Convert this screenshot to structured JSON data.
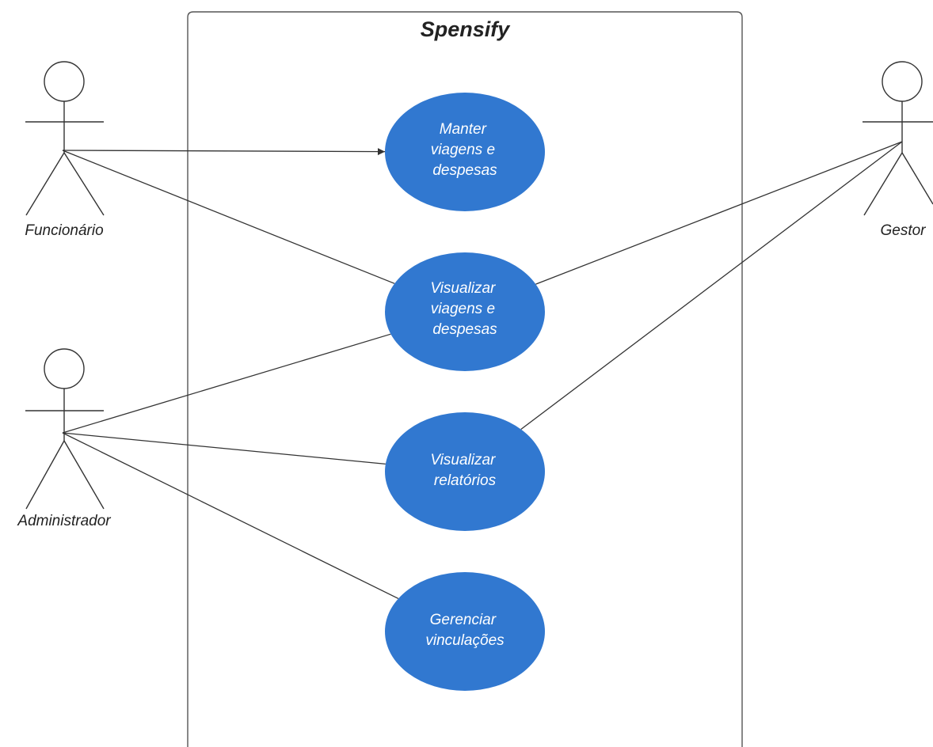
{
  "system": {
    "title": "Spensify"
  },
  "colors": {
    "usecase_fill": "#3178d0",
    "usecase_text": "#ffffff",
    "line": "#333333",
    "boundary": "#555555"
  },
  "actors": [
    {
      "id": "funcionario",
      "label": "Funcionário"
    },
    {
      "id": "administrador",
      "label": "Administrador"
    },
    {
      "id": "gestor",
      "label": "Gestor"
    }
  ],
  "usecases": [
    {
      "id": "manter",
      "lines": [
        "Manter",
        "viagens e",
        "despesas"
      ]
    },
    {
      "id": "visualizar_viagens",
      "lines": [
        "Visualizar",
        "viagens e",
        "despesas"
      ]
    },
    {
      "id": "visualizar_relatorios",
      "lines": [
        "Visualizar",
        "relatórios"
      ]
    },
    {
      "id": "gerenciar",
      "lines": [
        "Gerenciar",
        "vinculações"
      ]
    }
  ],
  "associations": [
    {
      "actor": "funcionario",
      "usecase": "manter",
      "arrow": true
    },
    {
      "actor": "funcionario",
      "usecase": "visualizar_viagens",
      "arrow": false
    },
    {
      "actor": "administrador",
      "usecase": "visualizar_viagens",
      "arrow": false
    },
    {
      "actor": "administrador",
      "usecase": "visualizar_relatorios",
      "arrow": false
    },
    {
      "actor": "administrador",
      "usecase": "gerenciar",
      "arrow": false
    },
    {
      "actor": "gestor",
      "usecase": "visualizar_viagens",
      "arrow": false
    },
    {
      "actor": "gestor",
      "usecase": "visualizar_relatorios",
      "arrow": false
    }
  ]
}
